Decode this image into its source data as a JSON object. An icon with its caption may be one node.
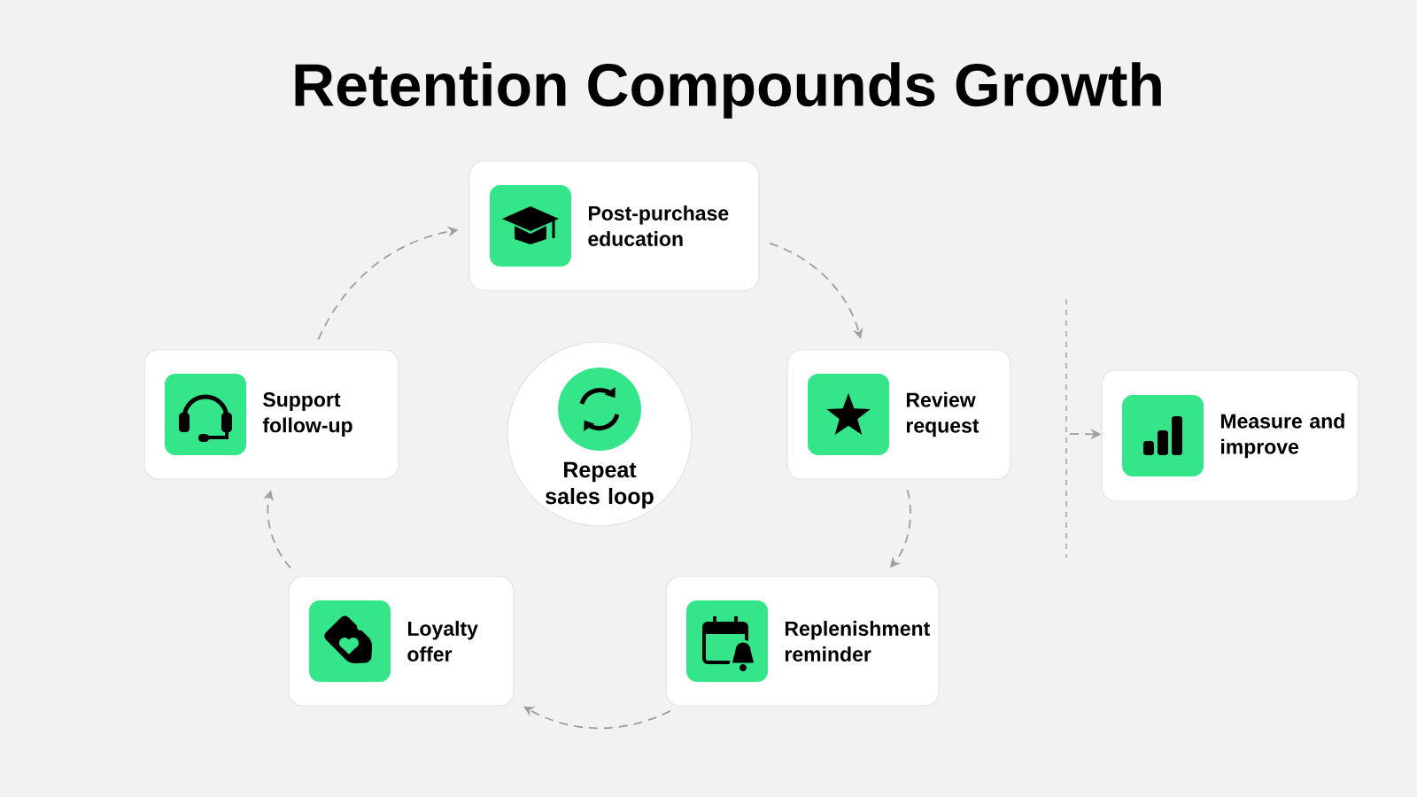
{
  "diagram": {
    "title": "Retention Compounds Growth",
    "nodes": [
      {
        "text": [
          "Post-purchase education"
        ]
      },
      {
        "text": [
          "Review request"
        ]
      },
      {
        "text": [
          "Replenishment reminder"
        ]
      },
      {
        "text": [
          "Loyalty offer"
        ]
      },
      {
        "text": [
          "Support follow-up"
        ]
      },
      {
        "text": [
          "Repeat sales loop"
        ]
      },
      {
        "text": [
          "Measure and improve"
        ]
      }
    ],
    "edges": [
      {
        "from": 0,
        "to": 1,
        "arrow": "to",
        "style": "dashed"
      },
      {
        "from": 1,
        "to": 2,
        "arrow": "to",
        "style": "dashed"
      },
      {
        "from": 2,
        "to": 3,
        "arrow": "to",
        "style": "dashed"
      },
      {
        "from": 3,
        "to": 4,
        "arrow": "to",
        "style": "dashed"
      },
      {
        "from": 4,
        "to": 0,
        "arrow": "to",
        "style": "dashed"
      },
      {
        "from": null,
        "to": 6,
        "arrow": "to",
        "style": "dashed"
      }
    ]
  }
}
